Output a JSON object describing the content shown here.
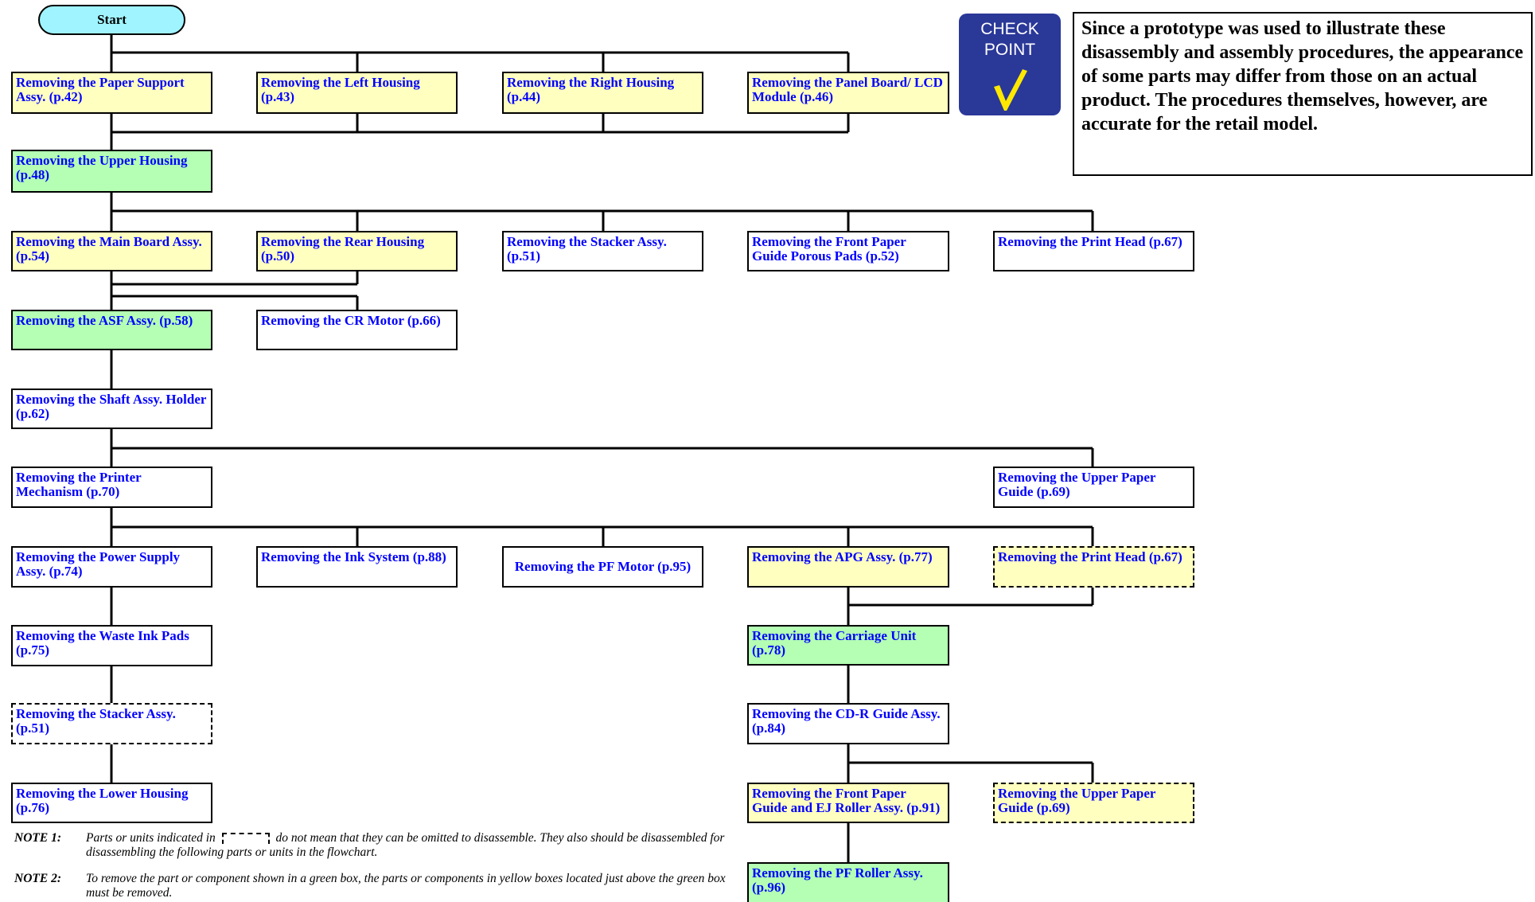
{
  "start_label": "Start",
  "check_point": {
    "line1": "CHECK",
    "line2": "POINT",
    "icon": "checkmark-icon",
    "bg": "#2a3898",
    "check_color": "#ffe800"
  },
  "notice_text": "Since a prototype was used to illustrate these disassembly and assembly procedures, the appearance of some parts may differ from those on an actual product. The procedures themselves, however, are accurate for the retail model.",
  "colors": {
    "white": "#ffffff",
    "yellow": "#ffffc0",
    "green": "#b4ffb4",
    "start": "#9ff4ff",
    "link_text": "#0000ff"
  },
  "boxes": [
    {
      "id": "paper-support",
      "text": "Removing the Paper Support Assy. (p.42)",
      "fill": "yellow"
    },
    {
      "id": "left-housing",
      "text": "Removing the Left Housing (p.43)",
      "fill": "yellow"
    },
    {
      "id": "right-housing",
      "text": "Removing the Right Housing (p.44)",
      "fill": "yellow"
    },
    {
      "id": "panel-board",
      "text": "Removing the Panel Board/ LCD Module (p.46)",
      "fill": "yellow"
    },
    {
      "id": "upper-housing",
      "text": "Removing the Upper Housing (p.48)",
      "fill": "green"
    },
    {
      "id": "main-board",
      "text": "Removing the Main Board Assy. (p.54)",
      "fill": "yellow"
    },
    {
      "id": "rear-housing",
      "text": "Removing the Rear Housing (p.50)",
      "fill": "yellow"
    },
    {
      "id": "stacker-assy",
      "text": "Removing the Stacker Assy. (p.51)",
      "fill": "white"
    },
    {
      "id": "front-paper-guide-pads",
      "text": "Removing the Front Paper Guide Porous Pads (p.52)",
      "fill": "white"
    },
    {
      "id": "print-head",
      "text": "Removing the Print Head (p.67)",
      "fill": "white"
    },
    {
      "id": "asf-assy",
      "text": "Removing the ASF Assy. (p.58)",
      "fill": "green"
    },
    {
      "id": "cr-motor",
      "text": "Removing the CR Motor (p.66)",
      "fill": "white"
    },
    {
      "id": "shaft-holder",
      "text": "Removing the Shaft Assy. Holder (p.62)",
      "fill": "white"
    },
    {
      "id": "printer-mechanism",
      "text": "Removing the Printer Mechanism (p.70)",
      "fill": "white"
    },
    {
      "id": "upper-paper-guide",
      "text": "Removing the Upper Paper Guide (p.69)",
      "fill": "white"
    },
    {
      "id": "power-supply",
      "text": "Removing the Power Supply Assy. (p.74)",
      "fill": "white"
    },
    {
      "id": "ink-system",
      "text": "Removing the Ink System (p.88)",
      "fill": "white"
    },
    {
      "id": "pf-motor",
      "text": "Removing the PF Motor (p.95)",
      "fill": "white"
    },
    {
      "id": "apg-assy",
      "text": "Removing the APG Assy. (p.77)",
      "fill": "yellow"
    },
    {
      "id": "print-head-2",
      "text": "Removing the Print Head (p.67)",
      "fill": "yellow",
      "dashed": true
    },
    {
      "id": "waste-ink-pads",
      "text": "Removing the Waste Ink Pads (p.75)",
      "fill": "white"
    },
    {
      "id": "carriage-unit",
      "text": "Removing the Carriage Unit (p.78)",
      "fill": "green"
    },
    {
      "id": "stacker-assy-2",
      "text": "Removing the Stacker Assy. (p.51)",
      "fill": "white",
      "dashed": true
    },
    {
      "id": "cdr-guide",
      "text": "Removing the CD-R Guide Assy. (p.84)",
      "fill": "white"
    },
    {
      "id": "lower-housing",
      "text": "Removing the Lower Housing (p.76)",
      "fill": "white"
    },
    {
      "id": "front-paper-guide-ej",
      "text": "Removing the Front Paper Guide and EJ Roller Assy. (p.91)",
      "fill": "yellow"
    },
    {
      "id": "upper-paper-guide-2",
      "text": "Removing the Upper Paper Guide (p.69)",
      "fill": "yellow",
      "dashed": true
    },
    {
      "id": "pf-roller",
      "text": "Removing the PF Roller Assy. (p.96)",
      "fill": "green"
    }
  ],
  "notes": [
    {
      "label": "NOTE 1:",
      "before": "Parts or units indicated in",
      "after": "do not mean that they can be omitted to disassemble. They also should be disassembled for disassembling the following parts or units in the flowchart."
    },
    {
      "label": "NOTE 2:",
      "text": "To remove the part or component shown in a green box, the parts or components in yellow boxes located just above the green box must be removed."
    }
  ]
}
